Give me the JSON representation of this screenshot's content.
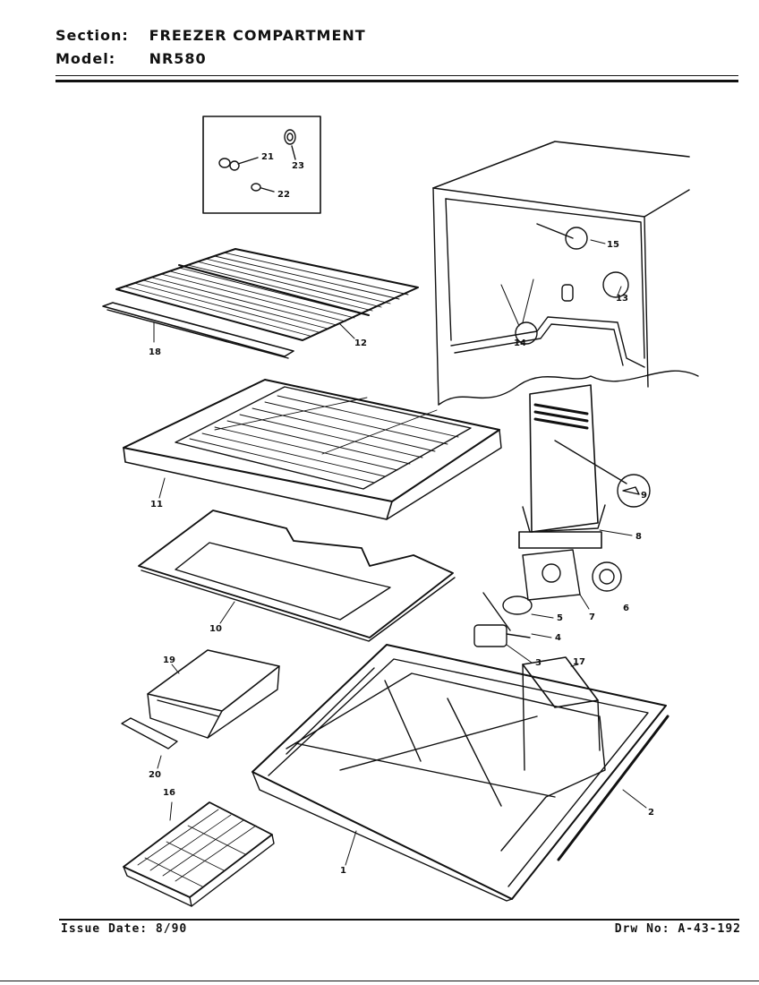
{
  "header": {
    "section_label": "Section:",
    "section_value": "FREEZER COMPARTMENT",
    "model_label": "Model:",
    "model_value": "NR580"
  },
  "footer": {
    "issue_date": "Issue Date: 8/90",
    "drawing_number": "Drw No: A-43-192"
  },
  "callouts": {
    "p1": "1",
    "p2": "2",
    "p3": "3",
    "p4": "4",
    "p5": "5",
    "p6": "6",
    "p7": "7",
    "p8": "8",
    "p9": "9",
    "p10": "10",
    "p11": "11",
    "p12": "12",
    "p13": "13",
    "p14": "14",
    "p15": "15",
    "p16": "16",
    "p17": "17",
    "p18": "18",
    "p19": "19",
    "p20": "20",
    "p21": "21",
    "p22": "22",
    "p23": "23"
  }
}
